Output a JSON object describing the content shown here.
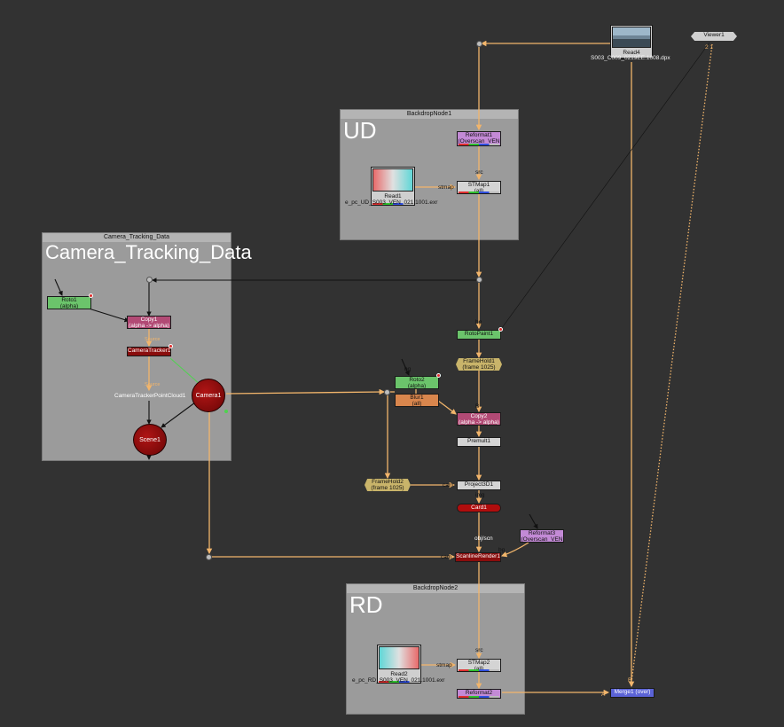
{
  "backdrops": {
    "ud": {
      "title": "BackdropNode1",
      "label": "UD"
    },
    "camera": {
      "title": "Camera_Tracking_Data",
      "label": "Camera_Tracking_Data"
    },
    "rd": {
      "title": "BackdropNode2",
      "label": "RD"
    }
  },
  "nodes": {
    "read4": {
      "name": "Read4",
      "file": "S003_C009_0219EE.1008.dpx"
    },
    "viewer1": {
      "name": "Viewer1",
      "inputs": "2  1"
    },
    "reformat1": {
      "name": "Reformat1",
      "sub": "(Overscan_VEN"
    },
    "read1": {
      "name": "Read1",
      "file": "e_pc_UD_S003_VEN_021.1001.exr"
    },
    "stmap1": {
      "name": "STMap1",
      "sub": "(all)"
    },
    "roto1": {
      "name": "Roto1",
      "sub": "(alpha)"
    },
    "copy1": {
      "name": "Copy1",
      "sub": "(alpha -> alpha)"
    },
    "cameratracker1": {
      "name": "CameraTracker1"
    },
    "pointcloud1": {
      "name": "CameraTrackerPointCloud1"
    },
    "camera1": {
      "name": "Camera1"
    },
    "scene1": {
      "name": "Scene1"
    },
    "rotopaint1": {
      "name": "RotoPaint1"
    },
    "framehold1": {
      "name": "FrameHold1",
      "sub": "(frame 1025)"
    },
    "roto2": {
      "name": "Roto2",
      "sub": "(alpha)"
    },
    "blur1": {
      "name": "Blur1",
      "sub": "(all)"
    },
    "copy2": {
      "name": "Copy2",
      "sub": "(alpha -> alpha)"
    },
    "premult1": {
      "name": "Premult1"
    },
    "framehold2": {
      "name": "FrameHold2",
      "sub": "(frame 1025)"
    },
    "project3d1": {
      "name": "Project3D1"
    },
    "card1": {
      "name": "Card1"
    },
    "reformat3": {
      "name": "Reformat3",
      "sub": "(Overscan_VEN"
    },
    "scanlinerender1": {
      "name": "ScanlineRender1"
    },
    "read2": {
      "name": "Read2",
      "file": "e_pc_RD_S003_VEN_021.1001.exr"
    },
    "stmap2": {
      "name": "STMap2",
      "sub": "(all)"
    },
    "reformat2": {
      "name": "Reformat2"
    },
    "merge1": {
      "name": "Merge1 (over)"
    }
  },
  "pipe_labels": {
    "src1": "src",
    "stmap1": "stmap",
    "src2": "src",
    "stmap2": "stmap",
    "bg_rotopaint": "bg",
    "bg_roto2": "bg",
    "b_copy2": "B",
    "cam_project": "cam",
    "bg_card": "img",
    "obj_scn": "obj/scn",
    "cam_scanline": "cam",
    "bg_scanline": "bg",
    "a_merge": "A",
    "b_merge": "B",
    "source_ct": "Source",
    "source_pc": "Source"
  },
  "colors": {
    "canvas": "#323232",
    "backdrop": "#9b9b9b",
    "pipe_main": "#f2b56b",
    "pipe_black": "#111111",
    "pipe_green": "#4fd34f"
  }
}
